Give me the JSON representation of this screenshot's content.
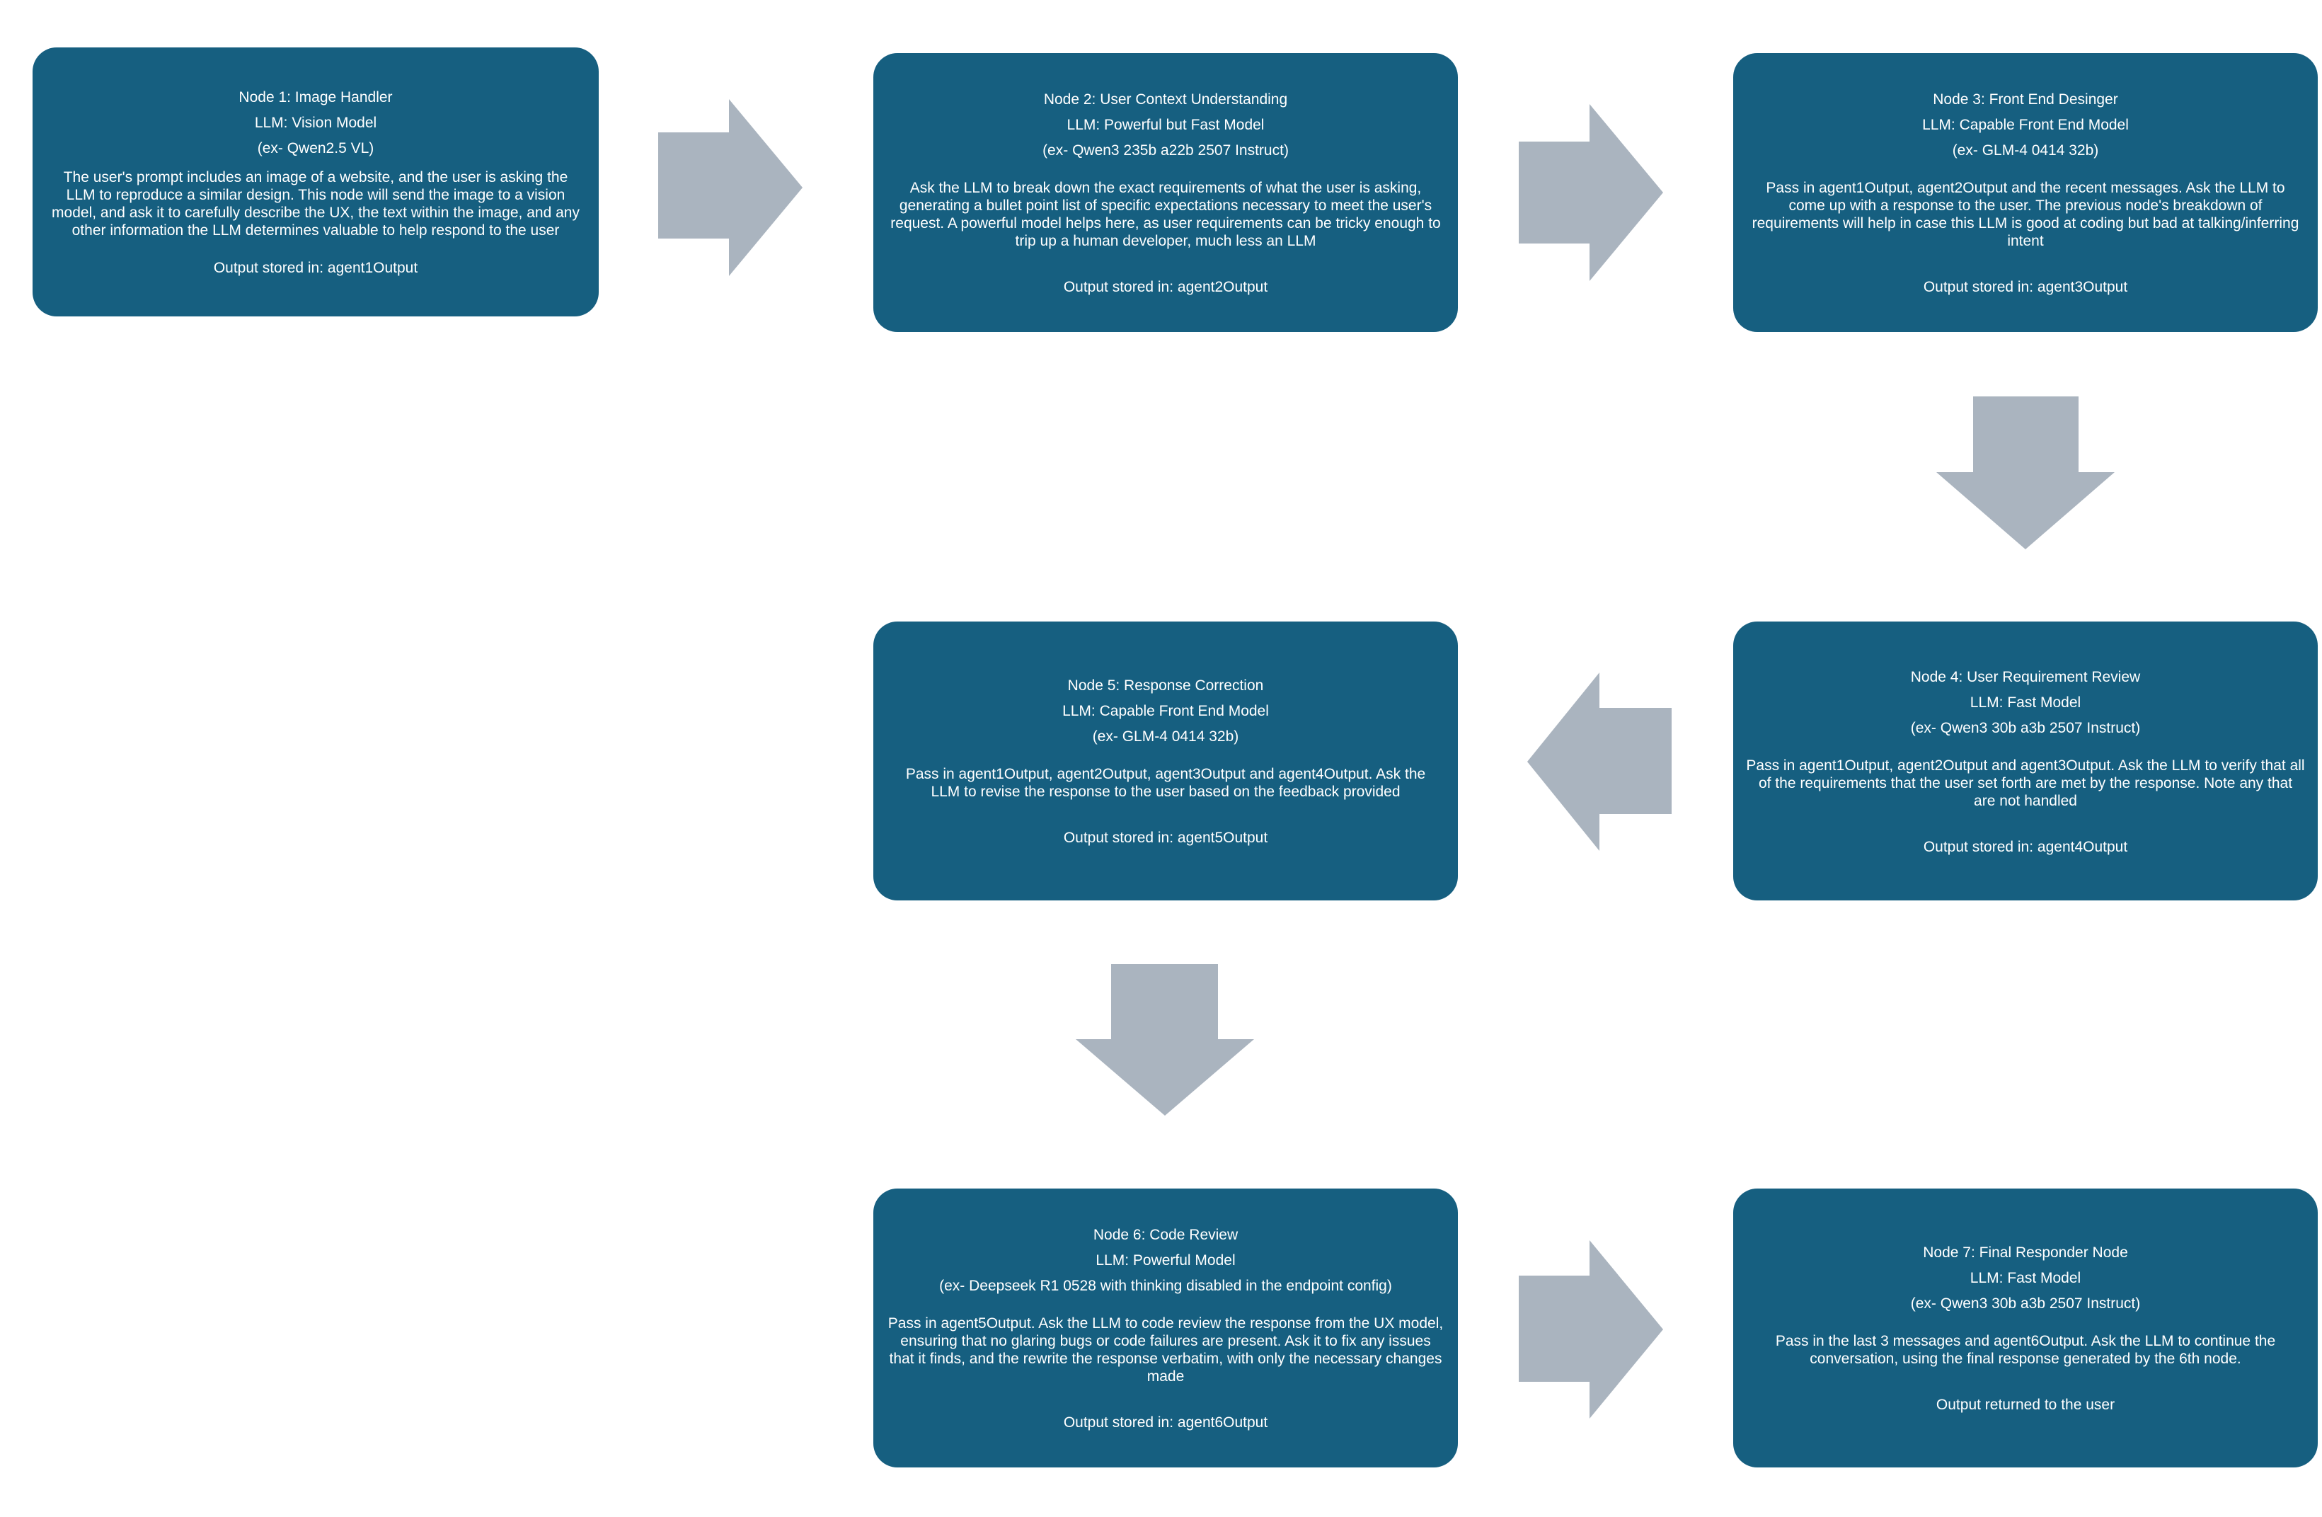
{
  "colors": {
    "node_fill": "#165f80",
    "node_text": "#ffffff",
    "arrow_fill": "#aab4bf",
    "background": "#ffffff"
  },
  "nodes": [
    {
      "title": "Node 1: Image Handler",
      "llm": "LLM: Vision Model",
      "example": "(ex- Qwen2.5 VL)",
      "description": "The user's prompt includes an image of a website, and the user is asking the LLM to reproduce a similar design. This node will send the image to a vision model, and ask it to carefully describe the UX, the text within the image, and any other information the LLM determines valuable to help respond to the user",
      "output": "Output stored in: agent1Output"
    },
    {
      "title": "Node 2: User Context Understanding",
      "llm": "LLM: Powerful but Fast Model",
      "example": "(ex- Qwen3 235b a22b 2507 Instruct)",
      "description": "Ask the LLM to break down the exact requirements of what the user is asking, generating a bullet point list of specific expectations necessary to meet the user's request. A powerful model helps here, as user requirements can be tricky enough to trip up a human developer, much less an LLM",
      "output": "Output stored in: agent2Output"
    },
    {
      "title": "Node 3: Front End Desinger",
      "llm": "LLM: Capable Front End Model",
      "example": "(ex- GLM-4 0414 32b)",
      "description": "Pass in agent1Output, agent2Output and the recent messages. Ask the LLM to come up with a response to the user. The previous node's breakdown of requirements will help in case this LLM is good at coding but bad at talking/inferring intent",
      "output": "Output stored in: agent3Output"
    },
    {
      "title": "Node 4: User Requirement Review",
      "llm": "LLM: Fast Model",
      "example": "(ex- Qwen3 30b a3b 2507 Instruct)",
      "description": "Pass in agent1Output, agent2Output and agent3Output. Ask the LLM to verify that all of the requirements that the user set forth are met by the response. Note any that are not handled",
      "output": "Output stored in: agent4Output"
    },
    {
      "title": "Node 5: Response Correction",
      "llm": "LLM: Capable Front End Model",
      "example": "(ex- GLM-4 0414 32b)",
      "description": "Pass in agent1Output, agent2Output, agent3Output and agent4Output. Ask the LLM to revise the response to the user based on the feedback provided",
      "output": "Output stored in: agent5Output"
    },
    {
      "title": "Node 6: Code Review",
      "llm": "LLM: Powerful Model",
      "example": "(ex- Deepseek R1 0528 with thinking disabled in the endpoint config)",
      "description": "Pass in agent5Output. Ask the LLM to code review the response from the UX model, ensuring that no glaring bugs or code failures are present. Ask it to fix any issues that it finds, and the rewrite the response verbatim, with only the necessary changes made",
      "output": "Output stored in: agent6Output"
    },
    {
      "title": "Node 7: Final Responder Node",
      "llm": "LLM: Fast Model",
      "example": "(ex- Qwen3 30b a3b 2507 Instruct)",
      "description": "Pass in the last 3 messages and agent6Output. Ask the LLM to continue the conversation, using the final response generated by the 6th node.",
      "output": "Output returned to the user"
    }
  ],
  "arrows": [
    {
      "from": "Node 1",
      "to": "Node 2",
      "direction": "right"
    },
    {
      "from": "Node 2",
      "to": "Node 3",
      "direction": "right"
    },
    {
      "from": "Node 3",
      "to": "Node 4",
      "direction": "down"
    },
    {
      "from": "Node 4",
      "to": "Node 5",
      "direction": "left"
    },
    {
      "from": "Node 5",
      "to": "Node 6",
      "direction": "down"
    },
    {
      "from": "Node 6",
      "to": "Node 7",
      "direction": "right"
    }
  ]
}
